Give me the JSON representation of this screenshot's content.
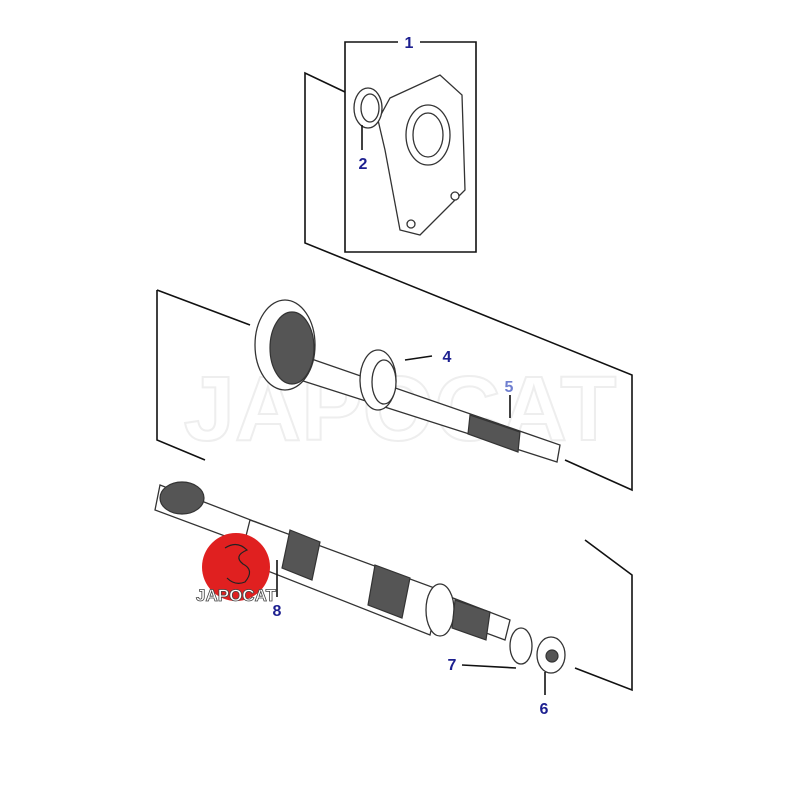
{
  "diagram": {
    "watermark": "JAPOCAT",
    "logo_text": "JAPOCAT",
    "callouts": [
      {
        "id": "1",
        "part": "housing-assembly"
      },
      {
        "id": "2",
        "part": "seal"
      },
      {
        "id": "4",
        "part": "bearing"
      },
      {
        "id": "5",
        "part": "input-shaft"
      },
      {
        "id": "6",
        "part": "nut"
      },
      {
        "id": "7",
        "part": "washer"
      },
      {
        "id": "8",
        "part": "main-shaft"
      }
    ],
    "colors": {
      "label": "#1c1f8f",
      "label_faded": "#6f7fd0",
      "logo_red": "#e02020"
    }
  }
}
